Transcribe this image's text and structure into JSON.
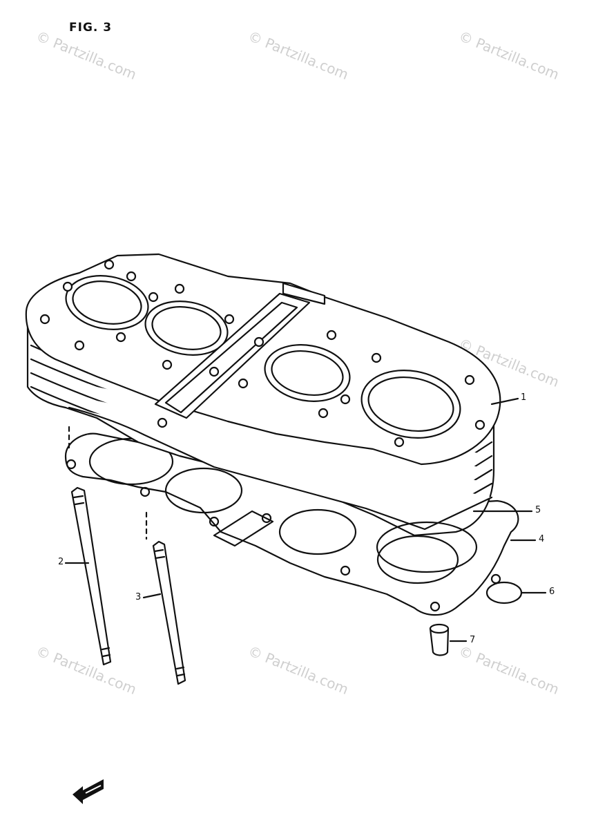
{
  "figure": {
    "title": "FIG. 3"
  },
  "watermark": {
    "text": "© Partzilla.com"
  },
  "callouts": [
    {
      "label": "1"
    },
    {
      "label": "2"
    },
    {
      "label": "3"
    },
    {
      "label": "4"
    },
    {
      "label": "5"
    },
    {
      "label": "6"
    },
    {
      "label": "7"
    }
  ],
  "colors": {
    "line": "#111111",
    "watermark": "#cfcfcf",
    "background": "#ffffff"
  },
  "icons": {
    "front_arrow": "fwd-arrow-icon"
  }
}
